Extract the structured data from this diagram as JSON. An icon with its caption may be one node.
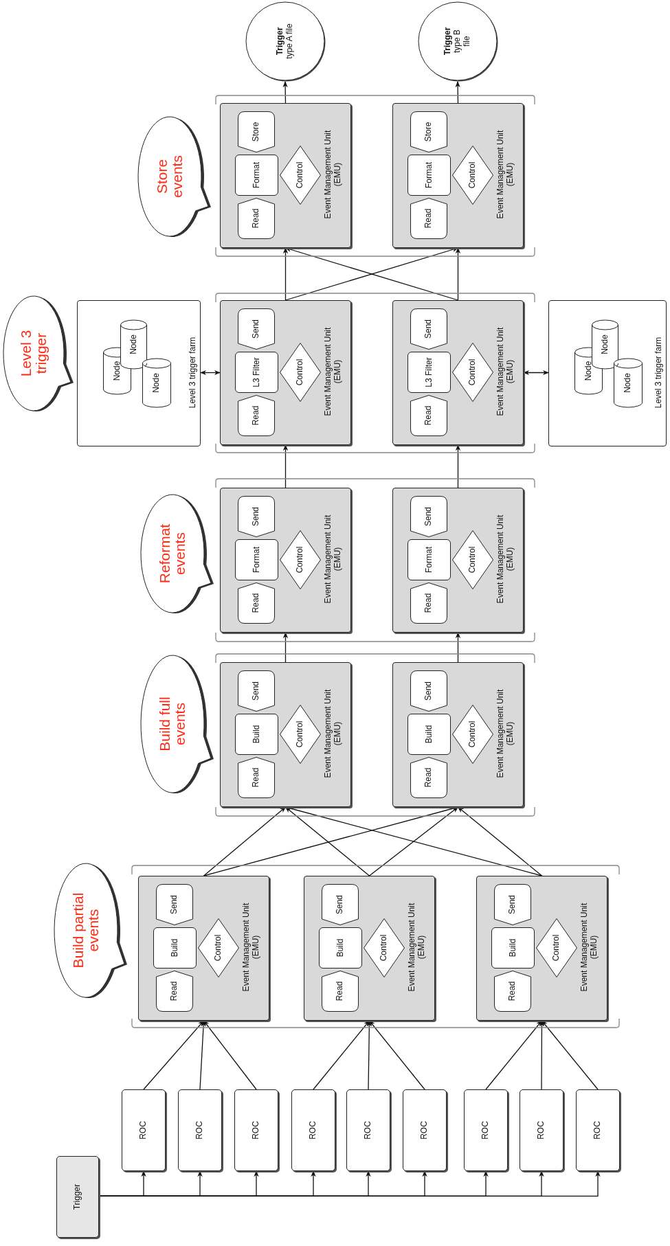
{
  "diagram": {
    "nodes": [
      {
        "text": [
          "Trigger"
        ]
      },
      {
        "text": [
          "ROC"
        ]
      },
      {
        "text": [
          "ROC"
        ]
      },
      {
        "text": [
          "ROC"
        ]
      },
      {
        "text": [
          "ROC"
        ]
      },
      {
        "text": [
          "ROC"
        ]
      },
      {
        "text": [
          "ROC"
        ]
      },
      {
        "text": [
          "ROC"
        ]
      },
      {
        "text": [
          "ROC"
        ]
      },
      {
        "text": [
          "ROC"
        ]
      },
      {
        "text": [],
        "shape": "bracket"
      },
      {
        "text": [
          "Event Management Unit (EMU)"
        ],
        "in": 10
      },
      {
        "text": [
          "Read"
        ],
        "in": 11
      },
      {
        "text": [
          "Build"
        ],
        "in": 11
      },
      {
        "text": [
          "Send"
        ],
        "in": 11
      },
      {
        "text": [
          "Control"
        ],
        "in": 11
      },
      {
        "text": [
          "Event Management Unit (EMU)"
        ],
        "in": 10
      },
      {
        "text": [
          "Read"
        ],
        "in": 16
      },
      {
        "text": [
          "Build"
        ],
        "in": 16
      },
      {
        "text": [
          "Send"
        ],
        "in": 16
      },
      {
        "text": [
          "Control"
        ],
        "in": 16
      },
      {
        "text": [
          "Event Management Unit (EMU)"
        ],
        "in": 10
      },
      {
        "text": [
          "Read"
        ],
        "in": 21
      },
      {
        "text": [
          "Build"
        ],
        "in": 21
      },
      {
        "text": [
          "Send"
        ],
        "in": 21
      },
      {
        "text": [
          "Control"
        ],
        "in": 21
      },
      {
        "text": [
          "Build partial events"
        ]
      },
      {
        "text": [],
        "shape": "bracket"
      },
      {
        "text": [
          "Event Management Unit (EMU)"
        ],
        "in": 27
      },
      {
        "text": [
          "Read"
        ],
        "in": 28
      },
      {
        "text": [
          "Build"
        ],
        "in": 28
      },
      {
        "text": [
          "Send"
        ],
        "in": 28
      },
      {
        "text": [
          "Control"
        ],
        "in": 28
      },
      {
        "text": [
          "Event Management Unit (EMU)"
        ],
        "in": 27
      },
      {
        "text": [
          "Read"
        ],
        "in": 33
      },
      {
        "text": [
          "Build"
        ],
        "in": 33
      },
      {
        "text": [
          "Send"
        ],
        "in": 33
      },
      {
        "text": [
          "Control"
        ],
        "in": 33
      },
      {
        "text": [
          "Build full events"
        ]
      },
      {
        "text": [],
        "shape": "bracket"
      },
      {
        "text": [
          "Event Management Unit (EMU)"
        ],
        "in": 39
      },
      {
        "text": [
          "Read"
        ],
        "in": 40
      },
      {
        "text": [
          "Format"
        ],
        "in": 40
      },
      {
        "text": [
          "Send"
        ],
        "in": 40
      },
      {
        "text": [
          "Control"
        ],
        "in": 40
      },
      {
        "text": [
          "Event Management Unit (EMU)"
        ],
        "in": 39
      },
      {
        "text": [
          "Read"
        ],
        "in": 45
      },
      {
        "text": [
          "Format"
        ],
        "in": 45
      },
      {
        "text": [
          "Send"
        ],
        "in": 45
      },
      {
        "text": [
          "Control"
        ],
        "in": 45
      },
      {
        "text": [
          "Reformat events"
        ]
      },
      {
        "text": [],
        "shape": "bracket"
      },
      {
        "text": [
          "Event Management Unit (EMU)"
        ],
        "in": 51
      },
      {
        "text": [
          "Read"
        ],
        "in": 52
      },
      {
        "text": [
          "L3 Filter"
        ],
        "in": 52
      },
      {
        "text": [
          "Send"
        ],
        "in": 52
      },
      {
        "text": [
          "Control"
        ],
        "in": 52
      },
      {
        "text": [
          "Event Management Unit (EMU)"
        ],
        "in": 51
      },
      {
        "text": [
          "Read"
        ],
        "in": 57
      },
      {
        "text": [
          "L3 Filter"
        ],
        "in": 57
      },
      {
        "text": [
          "Send"
        ],
        "in": 57
      },
      {
        "text": [
          "Control"
        ],
        "in": 57
      },
      {
        "text": [
          "Level 3 trigger farm"
        ]
      },
      {
        "text": [
          "Node"
        ],
        "in": 62
      },
      {
        "text": [
          "Node"
        ],
        "in": 62
      },
      {
        "text": [
          "Node"
        ],
        "in": 62
      },
      {
        "text": [
          "Level 3 trigger farm"
        ]
      },
      {
        "text": [
          "Node"
        ],
        "in": 66
      },
      {
        "text": [
          "Node"
        ],
        "in": 66
      },
      {
        "text": [
          "Node"
        ],
        "in": 66
      },
      {
        "text": [
          "Level 3 trigger"
        ]
      },
      {
        "text": [],
        "shape": "bracket"
      },
      {
        "text": [
          "Event Management Unit (EMU)"
        ],
        "in": 71
      },
      {
        "text": [
          "Read"
        ],
        "in": 72
      },
      {
        "text": [
          "Format"
        ],
        "in": 72
      },
      {
        "text": [
          "Store"
        ],
        "in": 72
      },
      {
        "text": [
          "Control"
        ],
        "in": 72
      },
      {
        "text": [
          "Event Management Unit (EMU)"
        ],
        "in": 71
      },
      {
        "text": [
          "Read"
        ],
        "in": 77
      },
      {
        "text": [
          "Format"
        ],
        "in": 77
      },
      {
        "text": [
          "Store"
        ],
        "in": 77
      },
      {
        "text": [
          "Control"
        ],
        "in": 77
      },
      {
        "text": [
          "Store events"
        ]
      },
      {
        "text": [
          "**Trigger** type A file"
        ]
      },
      {
        "text": [
          "**Trigger** type B file"
        ]
      }
    ],
    "edges": [
      {
        "from": 0,
        "to": 1,
        "arrow": "to"
      },
      {
        "from": 0,
        "to": 2,
        "arrow": "to"
      },
      {
        "from": 0,
        "to": 3,
        "arrow": "to"
      },
      {
        "from": 0,
        "to": 4,
        "arrow": "to"
      },
      {
        "from": 0,
        "to": 5,
        "arrow": "to"
      },
      {
        "from": 0,
        "to": 6,
        "arrow": "to"
      },
      {
        "from": 0,
        "to": 7,
        "arrow": "to"
      },
      {
        "from": 0,
        "to": 8,
        "arrow": "to"
      },
      {
        "from": 0,
        "to": 9,
        "arrow": "to"
      },
      {
        "from": 1,
        "to": 11,
        "arrow": "to"
      },
      {
        "from": 2,
        "to": 11,
        "arrow": "to"
      },
      {
        "from": 3,
        "to": 11,
        "arrow": "to"
      },
      {
        "from": 4,
        "to": 16,
        "arrow": "to"
      },
      {
        "from": 5,
        "to": 16,
        "arrow": "to"
      },
      {
        "from": 6,
        "to": 16,
        "arrow": "to"
      },
      {
        "from": 7,
        "to": 21,
        "arrow": "to"
      },
      {
        "from": 8,
        "to": 21,
        "arrow": "to"
      },
      {
        "from": 9,
        "to": 21,
        "arrow": "to"
      },
      {
        "from": 11,
        "to": 28,
        "arrow": "to"
      },
      {
        "from": 11,
        "to": 33,
        "arrow": "to"
      },
      {
        "from": 16,
        "to": 28,
        "arrow": "to"
      },
      {
        "from": 16,
        "to": 33,
        "arrow": "to"
      },
      {
        "from": 21,
        "to": 28,
        "arrow": "to"
      },
      {
        "from": 21,
        "to": 33,
        "arrow": "to"
      },
      {
        "from": 28,
        "to": 40,
        "arrow": "to"
      },
      {
        "from": 33,
        "to": 45,
        "arrow": "to"
      },
      {
        "from": 40,
        "to": 52,
        "arrow": "to"
      },
      {
        "from": 45,
        "to": 57,
        "arrow": "to"
      },
      {
        "from": 62,
        "to": 52,
        "arrow": "both"
      },
      {
        "from": 57,
        "to": 66,
        "arrow": "both"
      },
      {
        "from": 52,
        "to": 72,
        "arrow": "to"
      },
      {
        "from": 52,
        "to": 77,
        "arrow": "to"
      },
      {
        "from": 57,
        "to": 72,
        "arrow": "to"
      },
      {
        "from": 57,
        "to": 77,
        "arrow": "to"
      },
      {
        "from": 72,
        "to": 83,
        "arrow": "to"
      },
      {
        "from": 77,
        "to": 84,
        "arrow": "to"
      }
    ]
  }
}
